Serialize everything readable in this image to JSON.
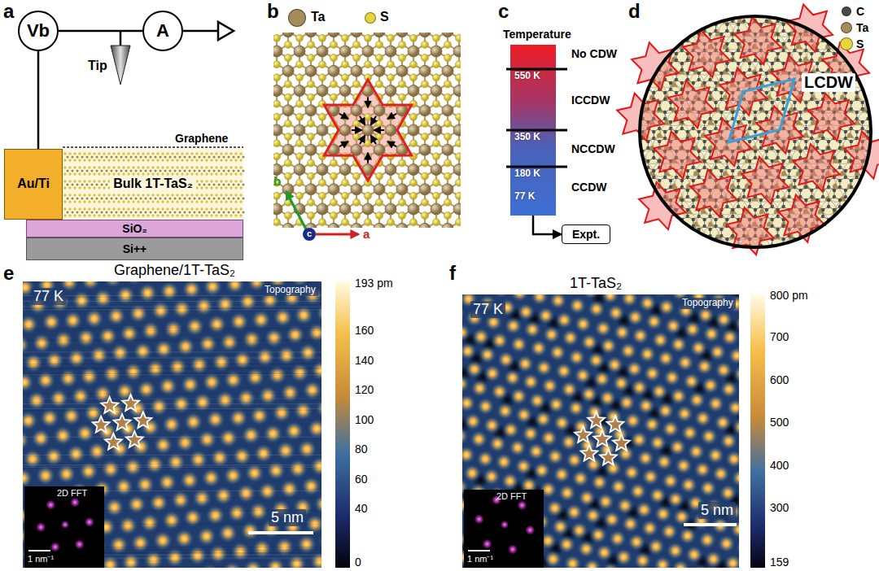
{
  "diagram": {
    "nodes": [
      {
        "text": [
          "Vb"
        ]
      },
      {
        "text": [
          "A"
        ]
      },
      {
        "text": [
          "Au/Ti"
        ]
      },
      {
        "text": [
          "Bulk 1T-TaS₂"
        ]
      },
      {
        "text": [
          "SiO₂"
        ]
      },
      {
        "text": [
          "Si++"
        ]
      },
      {
        "text": [
          "550 K",
          "350 K",
          "180 K",
          "77 K"
        ]
      },
      {
        "text": [
          "Expt."
        ]
      }
    ],
    "edges": [
      {
        "from": 0,
        "to": 1,
        "arrow": "none"
      },
      {
        "from": 0,
        "to": 2,
        "arrow": "none"
      },
      {
        "from": 6,
        "to": 7,
        "arrow": "to"
      }
    ],
    "labels": [
      "a",
      "Tip",
      "Graphene",
      "b",
      "b",
      "c",
      "a",
      "c",
      "Temperature",
      "No CDW",
      "ICCDW",
      "NCCDW",
      "CCDW",
      "d",
      "LCDW",
      "e",
      "Graphene/1T-TaS₂",
      "77 K",
      "Topography",
      "193 pm",
      "160",
      "140",
      "120",
      "100",
      "80",
      "60",
      "40",
      "0",
      "2D FFT",
      "1 nm⁻¹",
      "5 nm",
      "f",
      "1T-TaS₂",
      "77 K",
      "Topography",
      "800 pm",
      "700",
      "600",
      "500",
      "400",
      "300",
      "159",
      "2D FFT",
      "1 nm⁻¹",
      "5 nm"
    ],
    "legend": [
      {
        "text": "Ta",
        "color": "#a68b5b"
      },
      {
        "text": "S",
        "color": "#e8d53c"
      },
      {
        "text": "C",
        "color": "#4a4a4a"
      },
      {
        "text": "Ta",
        "color": "#a68b5b"
      },
      {
        "text": "S",
        "color": "#e8d53c"
      }
    ]
  }
}
